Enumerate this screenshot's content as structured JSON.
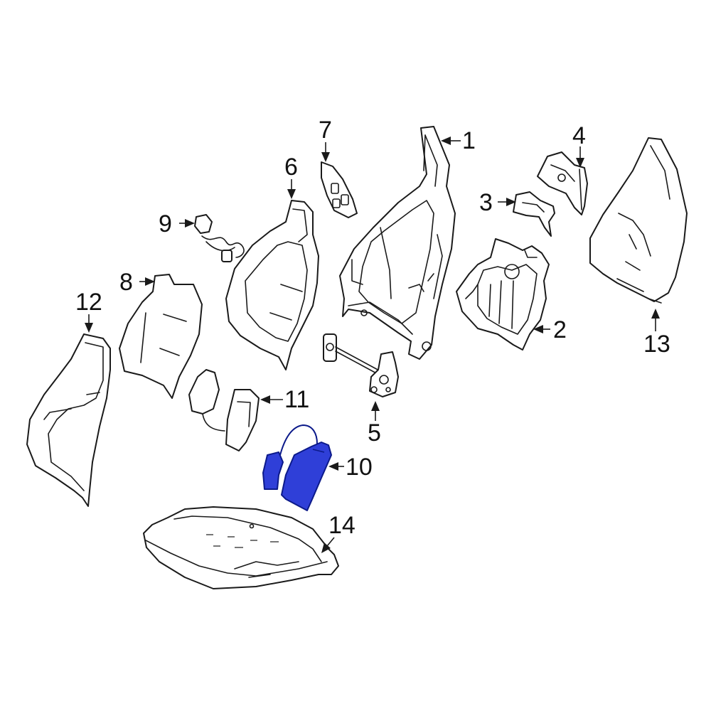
{
  "callouts": [
    {
      "id": "1",
      "label": "1"
    },
    {
      "id": "2",
      "label": "2"
    },
    {
      "id": "3",
      "label": "3"
    },
    {
      "id": "4",
      "label": "4"
    },
    {
      "id": "5",
      "label": "5"
    },
    {
      "id": "6",
      "label": "6"
    },
    {
      "id": "7",
      "label": "7"
    },
    {
      "id": "8",
      "label": "8"
    },
    {
      "id": "9",
      "label": "9"
    },
    {
      "id": "10",
      "label": "10"
    },
    {
      "id": "11",
      "label": "11"
    },
    {
      "id": "12",
      "label": "12"
    },
    {
      "id": "13",
      "label": "13"
    },
    {
      "id": "14",
      "label": "14"
    }
  ],
  "colors": {
    "line": "#1a1a1a",
    "highlight_fill": "#2f3fd8",
    "highlight_stroke": "#0c1a8a",
    "background": "#ffffff"
  },
  "highlighted_part": "10"
}
